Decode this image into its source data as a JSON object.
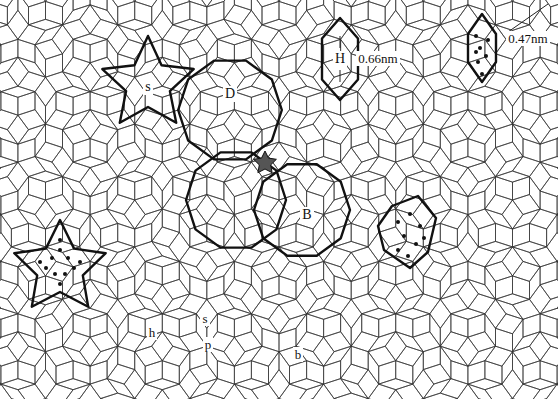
{
  "diagram": {
    "nodes": [
      {
        "text": [
          "s"
        ]
      },
      {
        "text": [
          "D"
        ]
      },
      {
        "text": [
          "H"
        ]
      },
      {
        "text": [
          "B"
        ]
      }
    ],
    "labels": [
      "0.47nm",
      "0.66nm",
      "s",
      "h",
      "p",
      "b"
    ]
  }
}
